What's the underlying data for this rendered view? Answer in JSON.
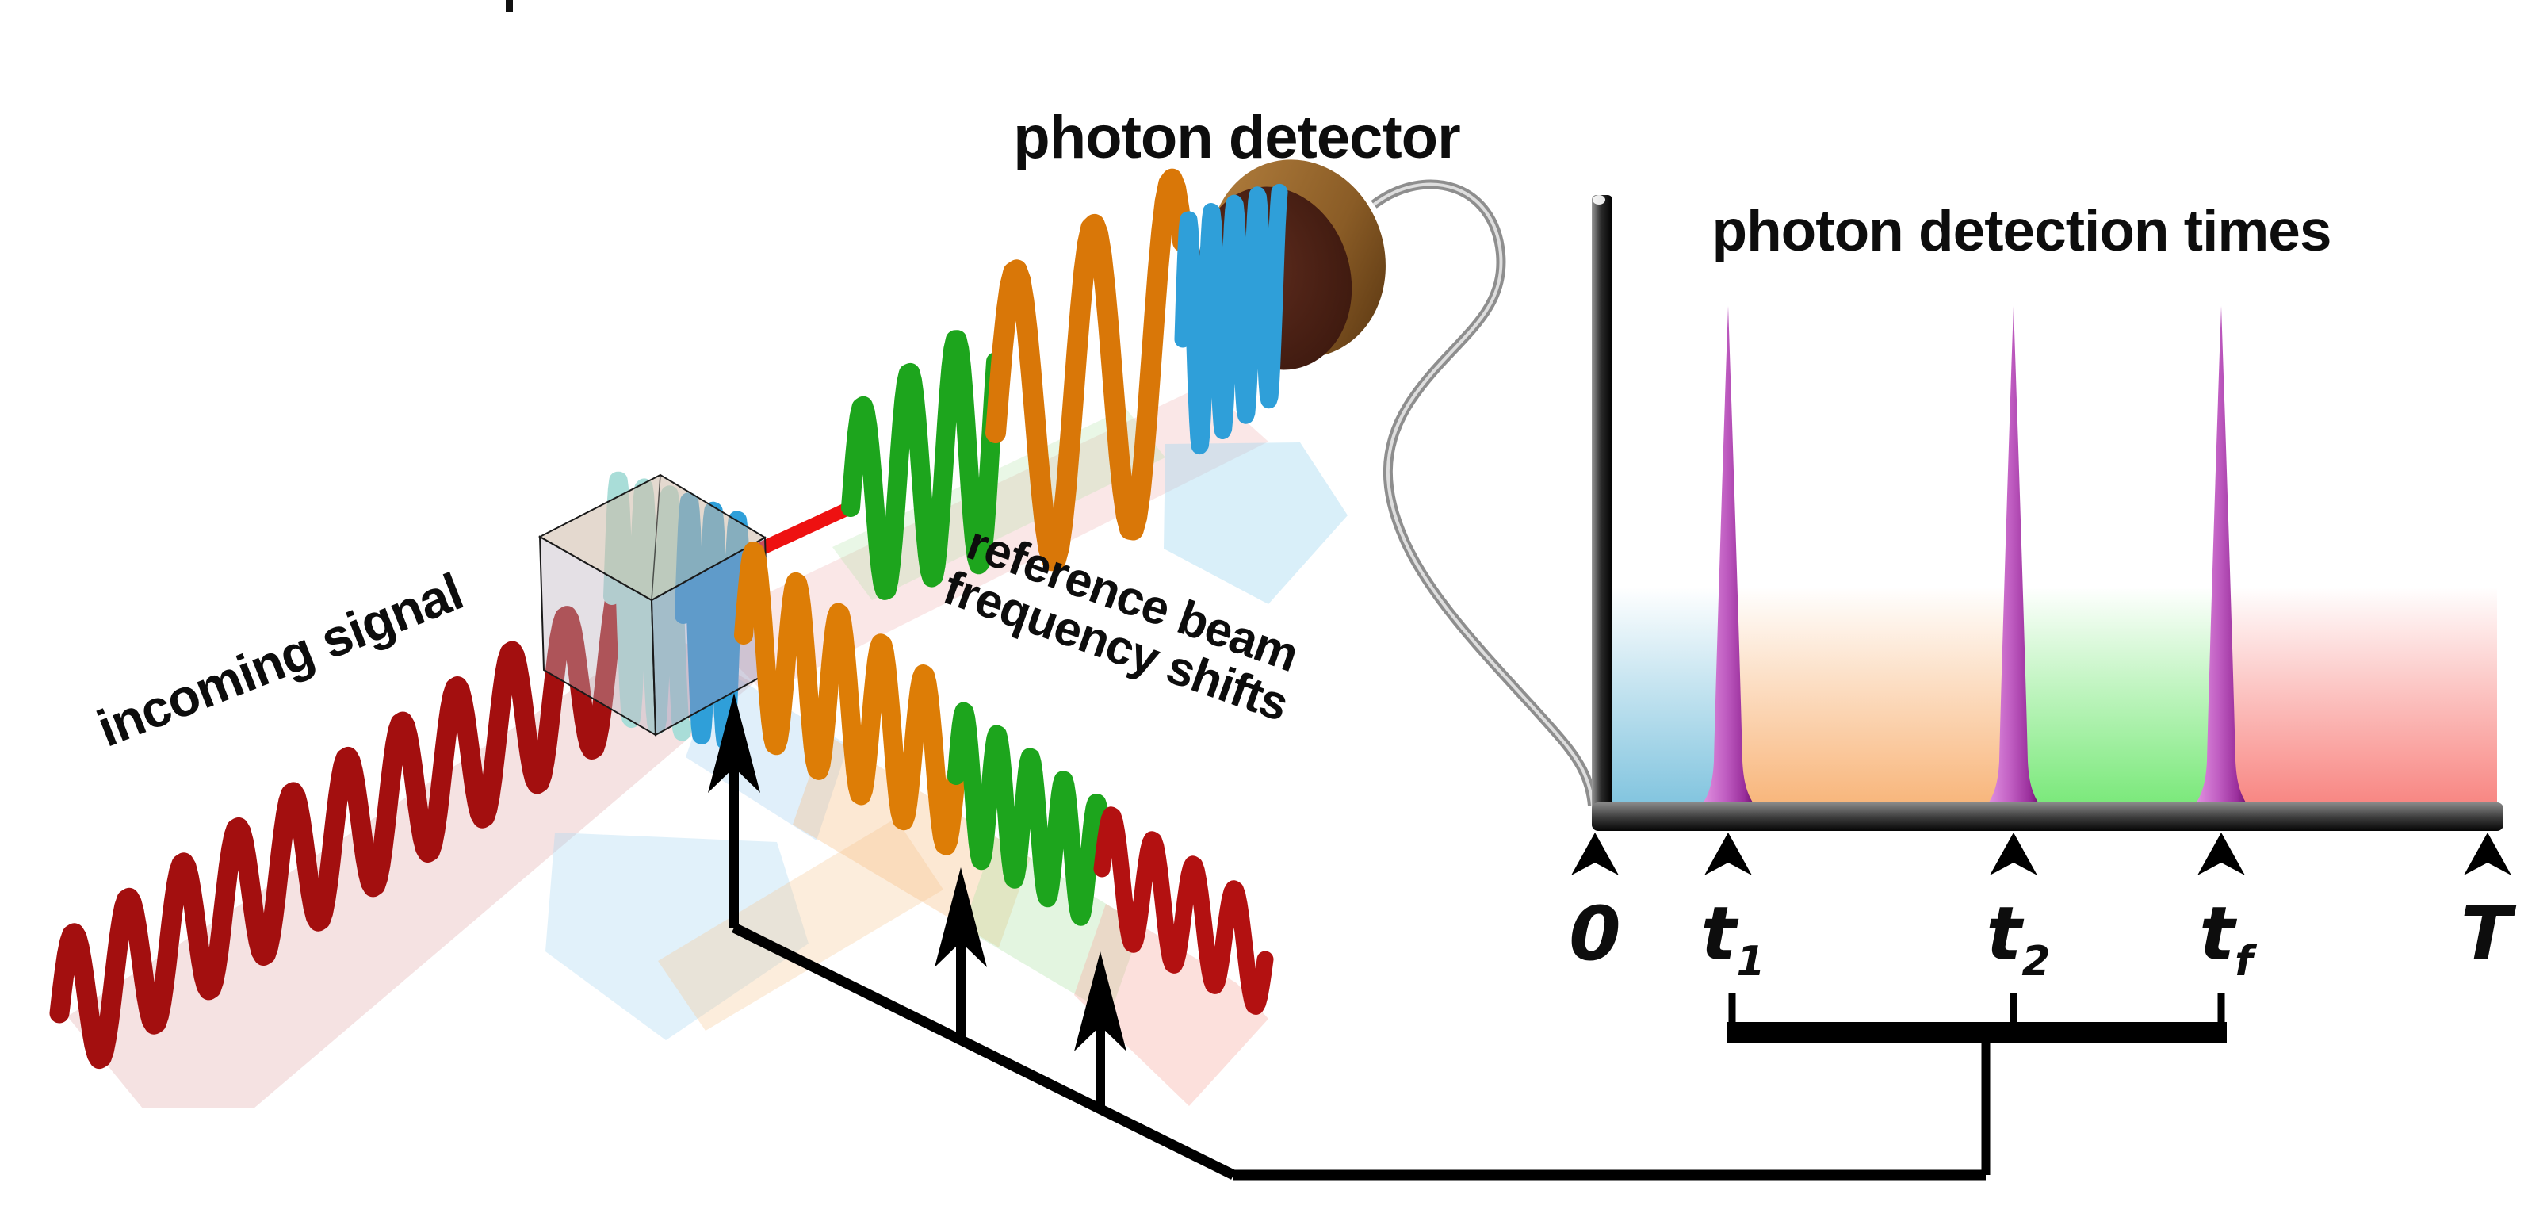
{
  "labels": {
    "photon_detector": "photon detector",
    "incoming_signal": "incoming signal",
    "reference_line1": "reference beam",
    "reference_line2": "frequency shifts",
    "plot_title": "photon detection times"
  },
  "axis": {
    "ticks": [
      {
        "base": "0",
        "sub": ""
      },
      {
        "base": "t",
        "sub": "1"
      },
      {
        "base": "t",
        "sub": "2"
      },
      {
        "base": "t",
        "sub": "f"
      },
      {
        "base": "T",
        "sub": ""
      }
    ]
  },
  "diagram": {
    "incoming_beam_color": "#a30f0f",
    "reference_beam_sequence": [
      "blue",
      "orange",
      "green",
      "red"
    ],
    "detector_beam_sequence": [
      "red-rod",
      "green",
      "orange",
      "blue"
    ],
    "detector_shape": "brown disk",
    "cable": "gray wire from detector to time axis",
    "frequency_shift_markers": "three black up-arrows at beam color changes, linked by a rail to the bracket under the detection times"
  },
  "chart_data": {
    "type": "line",
    "title": "photon detection times",
    "xlabel": "",
    "ylabel": "",
    "x_axis": {
      "start_label": "0",
      "end_label": "T",
      "event_labels": [
        "t1",
        "t2",
        "tf"
      ]
    },
    "peaks": [
      {
        "label": "t1",
        "x_fraction": 0.15,
        "height_fraction": 1.0
      },
      {
        "label": "t2",
        "x_fraction": 0.47,
        "height_fraction": 1.0
      },
      {
        "label": "tf",
        "x_fraction": 0.7,
        "height_fraction": 1.0
      }
    ],
    "peak_color": "#c05ec2",
    "background_bands": [
      {
        "from_label": "0",
        "to_label": "t1",
        "color": "#7fc3de"
      },
      {
        "from_label": "t1",
        "to_label": "t2",
        "color": "#f8b478"
      },
      {
        "from_label": "t2",
        "to_label": "tf",
        "color": "#77e877"
      },
      {
        "from_label": "tf",
        "to_label": "T",
        "color": "#f8837f"
      }
    ],
    "bracket_groups_labels": [
      "t1",
      "t2",
      "tf"
    ],
    "grid": false,
    "legend": false
  }
}
